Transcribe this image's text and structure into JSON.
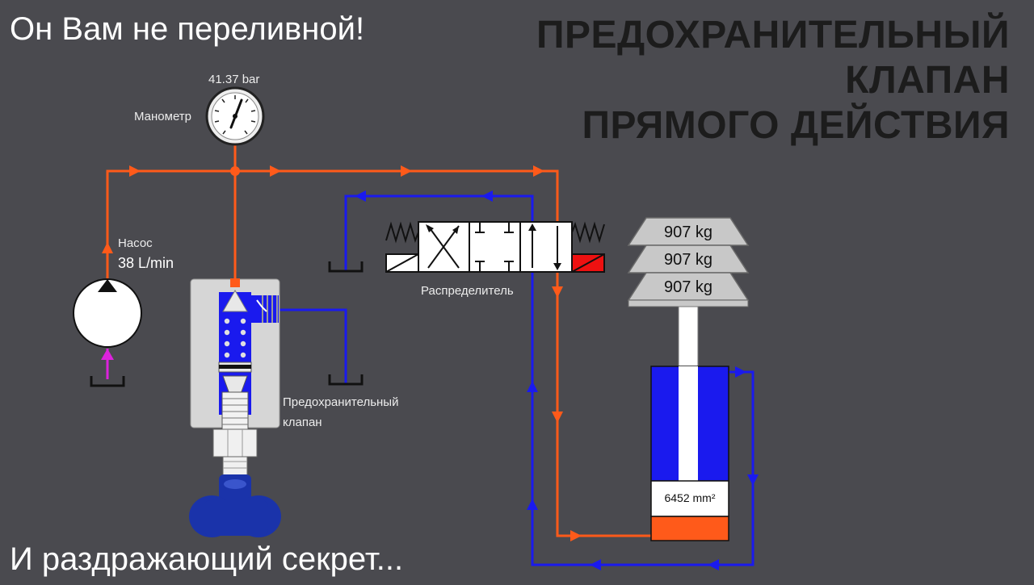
{
  "captions": {
    "top": "Он Вам не переливной!",
    "bottom": "И раздражающий секрет..."
  },
  "title": {
    "line1": "ПРЕДОХРАНИТЕЛЬНЫЙ",
    "line2": "КЛАПАН",
    "line3": "ПРЯМОГО ДЕЙСТВИЯ"
  },
  "gauge": {
    "label": "Манометр",
    "reading": "41.37 bar"
  },
  "pump": {
    "label": "Насос",
    "flow": "38 L/min"
  },
  "relief_valve": {
    "label_line1": "Предохранительный",
    "label_line2": "клапан"
  },
  "directional_valve": {
    "label": "Распределитель"
  },
  "load": {
    "weights": [
      "907 kg",
      "907 kg",
      "907 kg"
    ]
  },
  "cylinder": {
    "area": "6452 mm²"
  },
  "colors": {
    "background": "#4a4a4f",
    "pressure_line": "#ff5a1a",
    "return_line": "#1a1aee",
    "pump_suction": "#dd22dd",
    "valve_body": "#d6d6d6",
    "cylinder_body": "#1a1aee",
    "weight_plate": "#c8c8c8",
    "solenoid_active": "#ee1111"
  }
}
